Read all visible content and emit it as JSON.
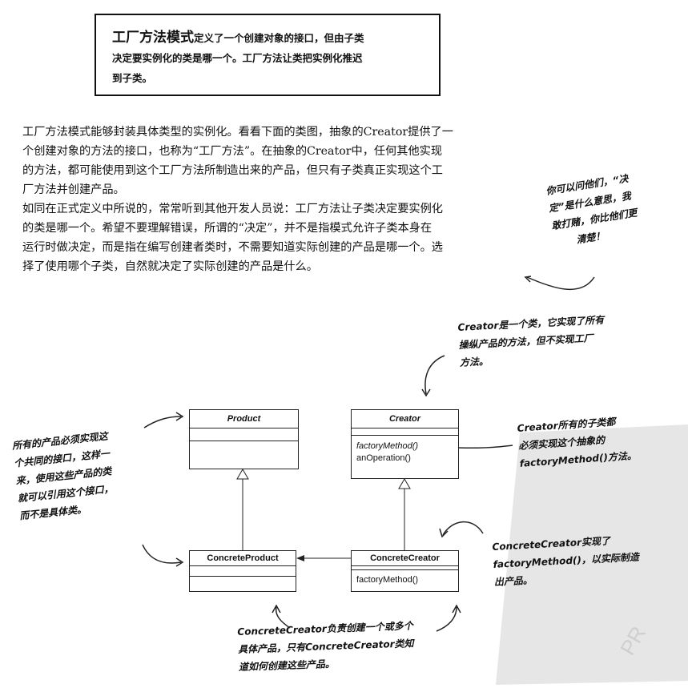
{
  "definition": {
    "term": "工厂方法模式",
    "text_line1": "定义了一个创建对象的接口，但由子类",
    "text_line2": "决定要实例化的类是哪一个。工厂方法让类把实例化推迟",
    "text_line3": "到子类。"
  },
  "paragraphs": {
    "p1_l1": "工厂方法模式能够封装具体类型的实例化。看看下面的类图，抽象的Creator提供了一",
    "p1_l2": "个创建对象的方法的接口，也称为“工厂方法”。在抽象的Creator中，任何其他实现",
    "p1_l3": "的方法，都可能使用到这个工厂方法所制造出来的产品，但只有子类真正实现这个工",
    "p1_l4": "厂方法并创建产品。",
    "p2_l1": "如同在正式定义中所说的，常常听到其他开发人员说：工厂方法让子类决定要实例化",
    "p2_l2": "的类是哪一个。希望不要理解错误，所谓的“决定”，并不是指模式允许子类本身在",
    "p2_l3": "运行时做决定，而是指在编写创建者类时，不需要知道实际创建的产品是哪一个。选",
    "p2_l4": "择了使用哪个子类，自然就决定了实际创建的产品是什么。"
  },
  "notes": {
    "ask": [
      "你可以问他们，“决",
      "定”是什么意思，我",
      "敢打赌，你比他们更",
      "清楚！"
    ],
    "creator": [
      "Creator是一个类，它实现了所有",
      "操纵产品的方法，但不实现工厂",
      "方法。"
    ],
    "subclass": [
      "Creator所有的子类都",
      "必须实现这个抽象的",
      "factoryMethod()方法。"
    ],
    "product": [
      "所有的产品必须实现这",
      "个共同的接口，这样一",
      "来，使用这些产品的类",
      "就可以引用这个接口，",
      "而不是具体类。"
    ],
    "concrete": [
      "ConcreteCreator实现了",
      "factoryMethod()，以实际制造",
      "出产品。"
    ],
    "bottom": [
      "ConcreteCreator负责创建一个或多个",
      "具体产品，只有ConcreteCreator类知",
      "道如何创建这些产品。"
    ]
  },
  "uml": {
    "product": {
      "name": "Product"
    },
    "creator": {
      "name": "Creator",
      "method1": "factoryMethod()",
      "method2": "anOperation()"
    },
    "concrete_product": {
      "name": "ConcreteProduct"
    },
    "concrete_creator": {
      "name": "ConcreteCreator",
      "method1": "factoryMethod()"
    }
  },
  "stamp": {
    "text": "PR"
  }
}
